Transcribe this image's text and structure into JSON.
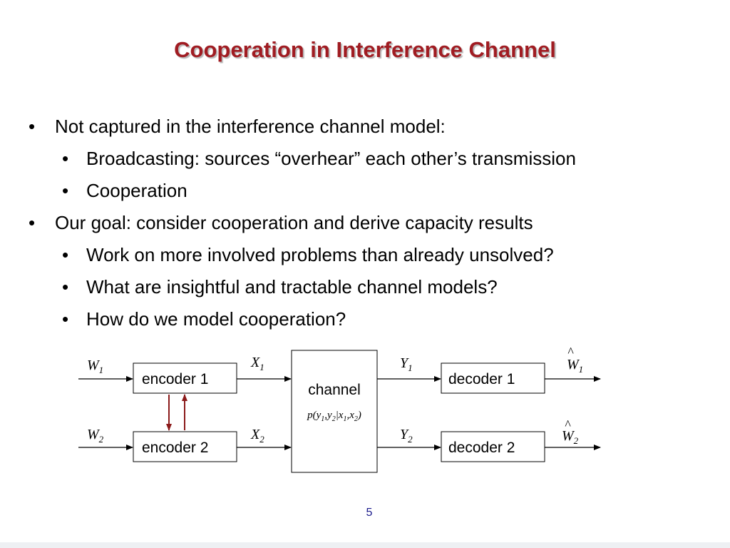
{
  "slide": {
    "title": "Cooperation in Interference Channel",
    "bullet_symbol": "•",
    "bullets": [
      {
        "text": "Not captured in the interference channel model:",
        "subs": [
          "Broadcasting: sources “overhear” each other’s transmission",
          "Cooperation"
        ]
      },
      {
        "text": "Our goal: consider cooperation and derive capacity results",
        "subs": [
          "Work on more involved problems than already unsolved?",
          "What are insightful and tractable channel models?",
          "How do we model cooperation?"
        ]
      }
    ],
    "page_number": "5"
  },
  "diagram": {
    "encoder1": "encoder 1",
    "encoder2": "encoder 2",
    "channel": "channel",
    "decoder1": "decoder 1",
    "decoder2": "decoder 2",
    "inputs": {
      "w": "W",
      "w1_sub": "1",
      "w2_sub": "2"
    },
    "channel_inputs": {
      "x": "X",
      "x1_sub": "1",
      "x2_sub": "2"
    },
    "channel_outputs": {
      "y": "Y",
      "y1_sub": "1",
      "y2_sub": "2"
    },
    "estimates": {
      "hat": "^",
      "w": "W",
      "w1_sub": "1",
      "w2_sub": "2"
    },
    "transition_prob": {
      "open": "p(y",
      "s1": "1",
      "comma1": ",y",
      "s2": "2",
      "bar": "|x",
      "s3": "1",
      "comma2": ",x",
      "s4": "2",
      "close": ")"
    },
    "colors": {
      "cooperation_arrows": "#8b1a1a",
      "lines": "#000000"
    }
  }
}
